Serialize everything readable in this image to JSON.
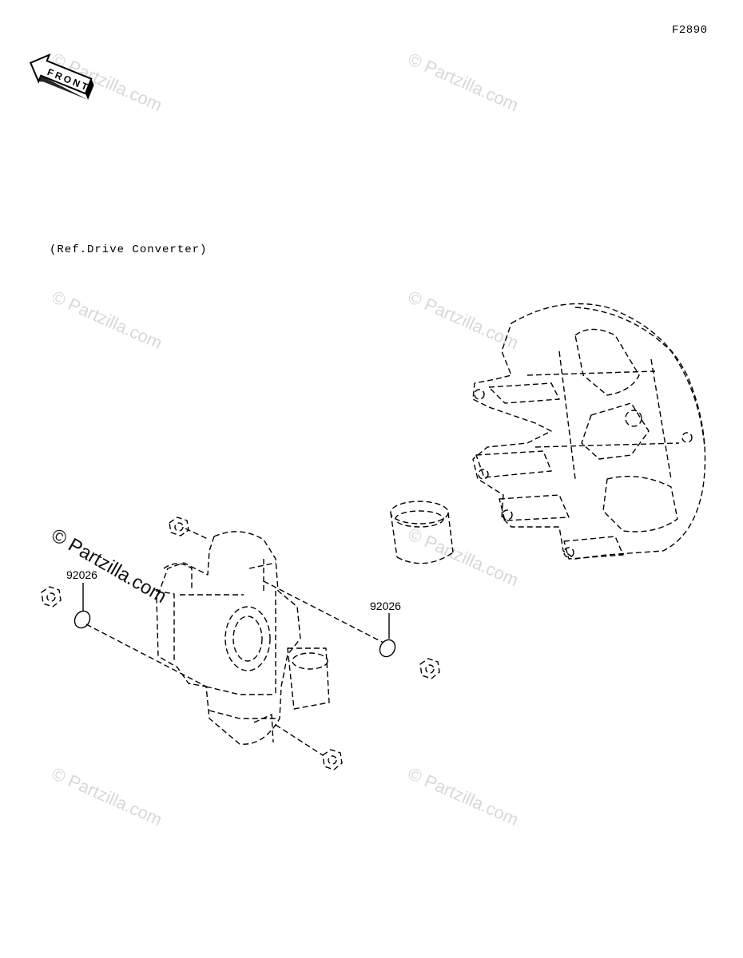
{
  "figure_code": "F2890",
  "front_label": "FRONT",
  "reference_note": "(Ref.Drive Converter)",
  "callouts": [
    {
      "part_number": "92026"
    },
    {
      "part_number": "92026"
    }
  ],
  "watermarks": [
    "© Partzilla.com",
    "© Partzilla.com",
    "© Partzilla.com",
    "© Partzilla.com",
    "© Partzilla.com",
    "© Partzilla.com",
    "© Partzilla.com",
    "© Partzilla.com"
  ],
  "colors": {
    "line": "#000000",
    "watermark": "#d8d8d8",
    "background": "#ffffff"
  }
}
